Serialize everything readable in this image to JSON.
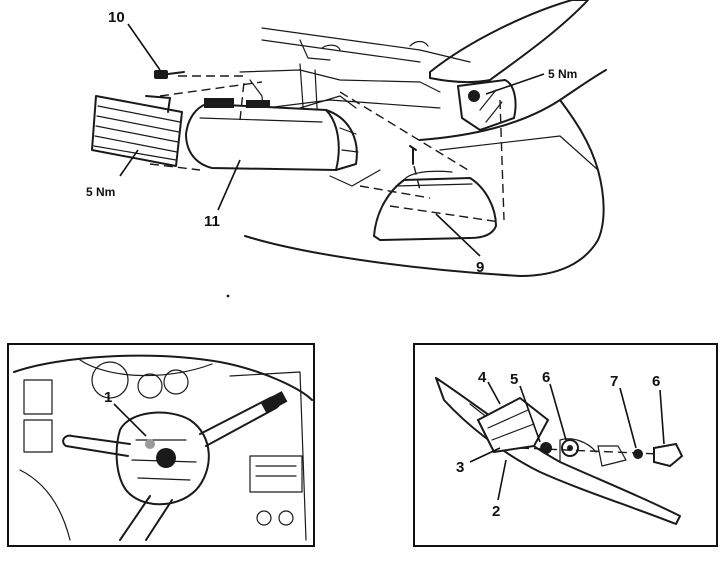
{
  "top_diagram": {
    "callouts": {
      "screw": "10",
      "grille_torque": "5 Nm",
      "headlamp": "11",
      "corner_lamp": "9",
      "bracket_torque": "5 Nm"
    }
  },
  "bottom_left_panel": {
    "callouts": {
      "switch": "1"
    }
  },
  "bottom_right_panel": {
    "callouts": {
      "part_2": "2",
      "part_3": "3",
      "part_4": "4",
      "part_5": "5",
      "part_6a": "6",
      "part_7": "7",
      "part_6b": "6"
    }
  }
}
